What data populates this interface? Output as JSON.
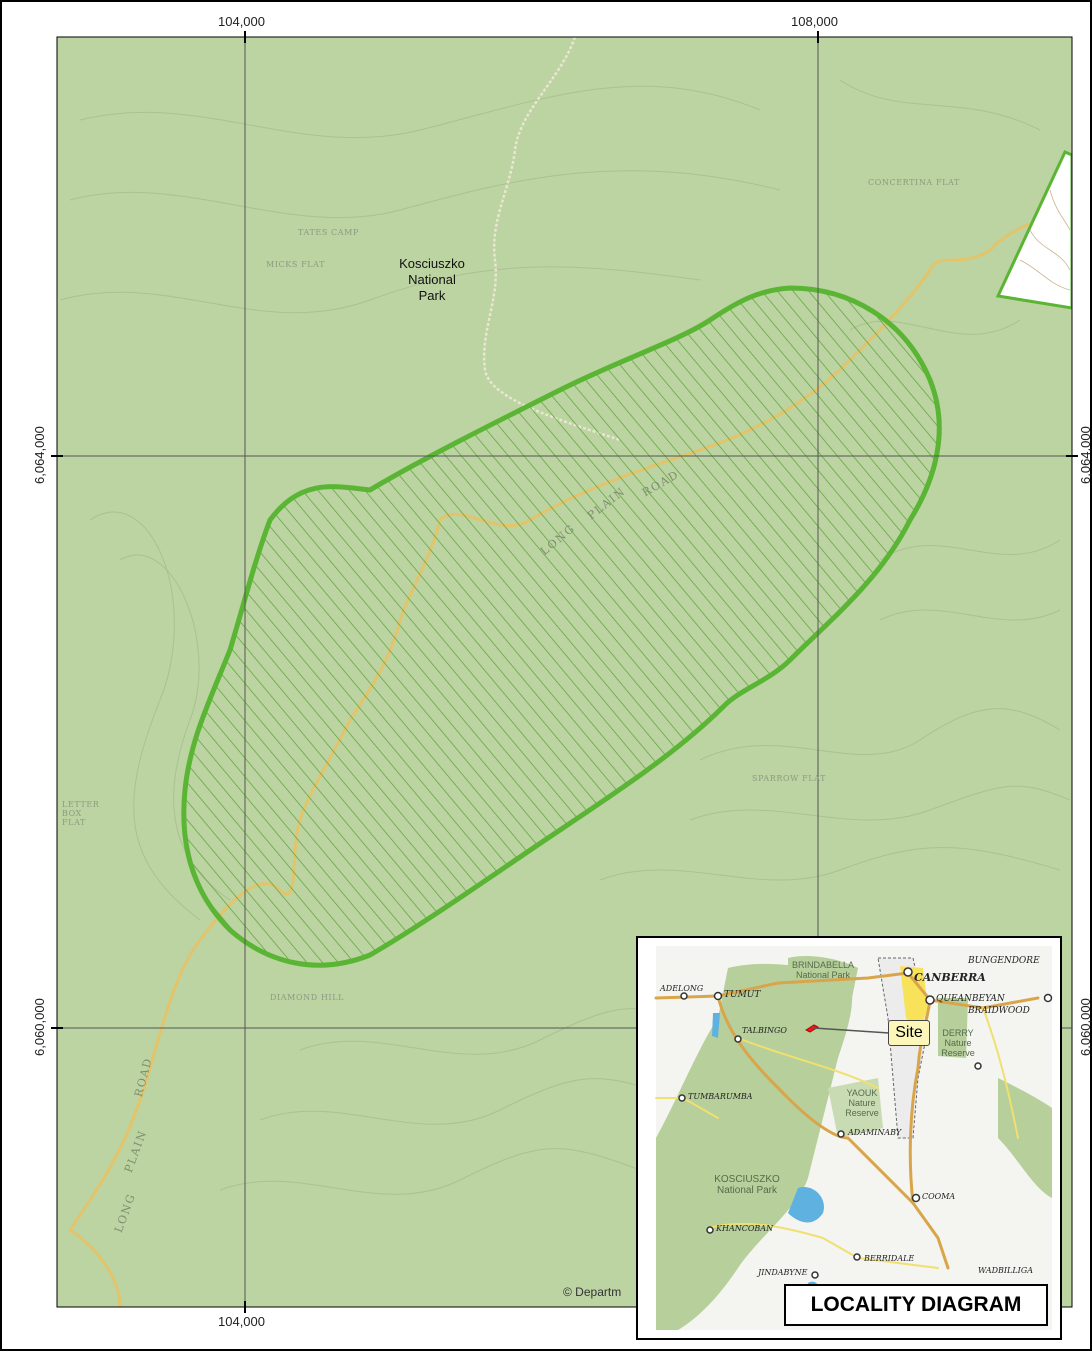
{
  "grid": {
    "top_labels": [
      "104,000",
      "108,000"
    ],
    "bottom_labels": [
      "104,000"
    ],
    "left_labels": [
      "6,064,000",
      "6,060,000"
    ],
    "right_labels": [
      "6,064,000",
      "6,060,000"
    ]
  },
  "main_map": {
    "park_label": "Kosciuszko National Park",
    "park_label_lines": [
      "Kosciuszko",
      "National",
      "Park"
    ],
    "features": [
      "TATES CAMP",
      "MICKS FLAT",
      "CONCERTINA FLAT",
      "SPARROW FLAT",
      "DIAMOND HILL",
      "LETTER BOX FLAT"
    ],
    "road_labels": [
      "LONG",
      "PLAIN",
      "ROAD"
    ],
    "copyright": "© Departm"
  },
  "colors": {
    "terrain": "#bcd3a2",
    "contour": "#a9c290",
    "site_outline": "#5ab534",
    "road": "#e3c46a",
    "grid": "#555555"
  },
  "inset": {
    "title": "LOCALITY DIAGRAM",
    "site_label": "Site",
    "towns": [
      "CANBERRA",
      "QUEANBEYAN",
      "BRAIDWOOD",
      "BUNGENDORE",
      "TUMUT",
      "ADELONG",
      "TALBINGO",
      "TUMBARUMBA",
      "ADAMINABY",
      "COOMA",
      "BERRIDALE",
      "KHANCOBAN",
      "JINDABYNE",
      "WADBILLIGA"
    ],
    "parks": [
      "BRINDABELLA National Park",
      "KOSCIUSZKO National Park",
      "YAOUK Nature Reserve",
      "DERRY Nature Reserve"
    ]
  }
}
